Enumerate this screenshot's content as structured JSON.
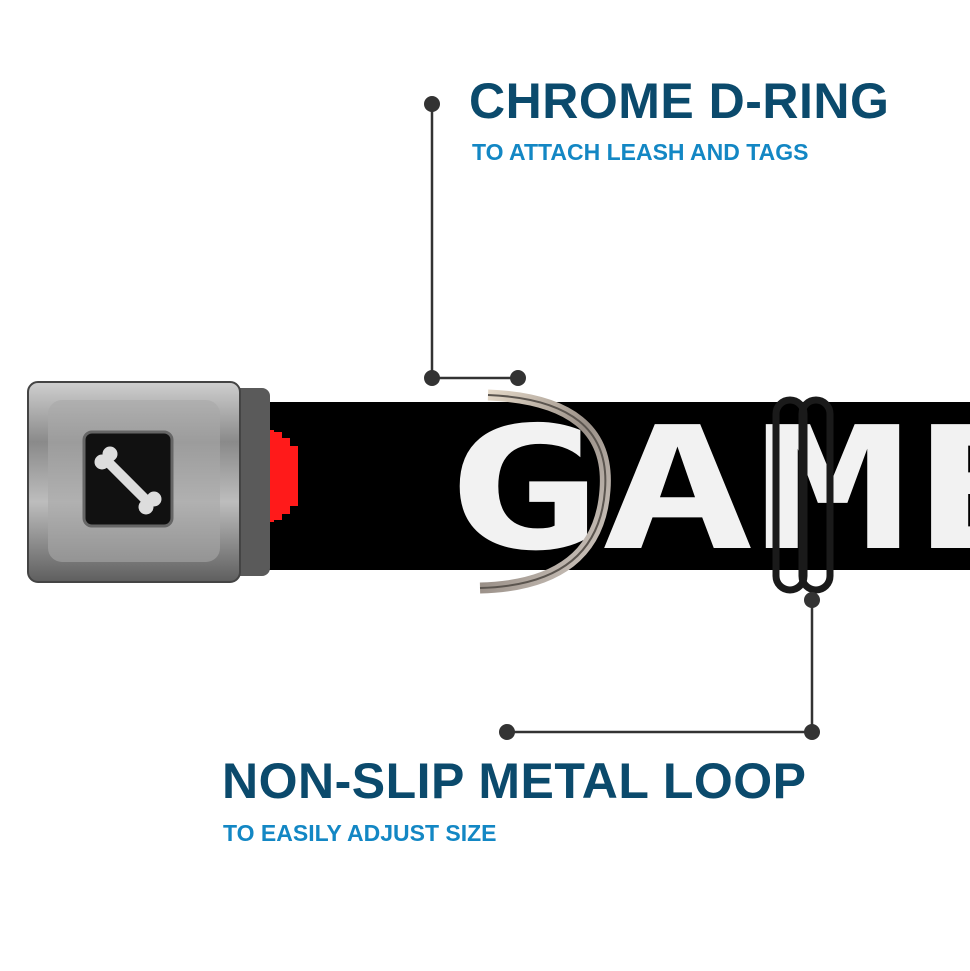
{
  "callouts": [
    {
      "title": "CHROME D-RING",
      "subtitle": "TO ATTACH LEASH AND TAGS"
    },
    {
      "title": "NON-SLIP METAL LOOP",
      "subtitle": "TO EASILY ADJUST SIZE"
    }
  ],
  "product": {
    "belt_print": "GAME",
    "buckle_icon": "bone-icon",
    "colors": {
      "heading": "#0b4a6c",
      "subheading": "#1387c4",
      "belt": "#000000",
      "heart": "#ff1a1a",
      "print": "#f2f2f2"
    }
  }
}
